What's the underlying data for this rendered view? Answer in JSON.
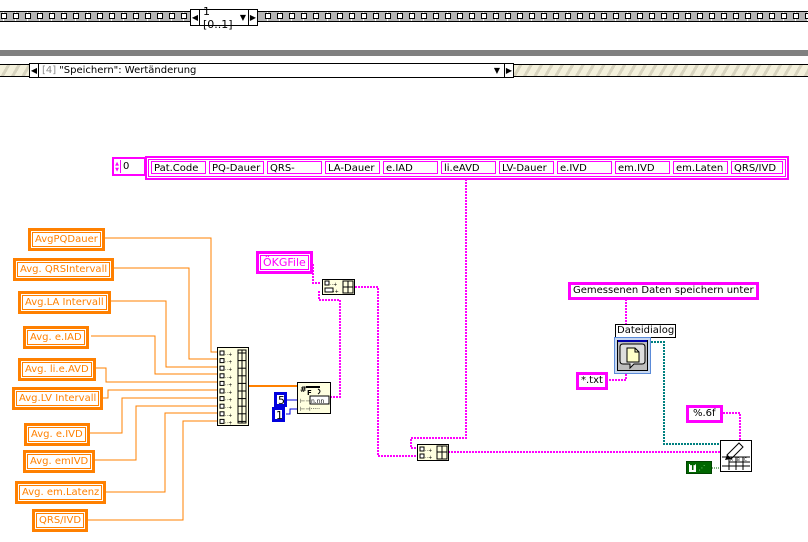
{
  "sequence": {
    "frame_label": "1 [0..1]"
  },
  "case_structure": {
    "case_index": "[4]",
    "case_label": "\"Speichern\": Wertänderung"
  },
  "header_array": {
    "index": "0",
    "cells": [
      "Pat.Code",
      "PQ-Dauer",
      "QRS-",
      "LA-Dauer",
      "e.IAD",
      "li.eAVD",
      "LV-Dauer",
      "e.IVD",
      "em.IVD",
      "em.Laten",
      "QRS/IVD"
    ]
  },
  "indicators": [
    "AvgPQDauer",
    "Avg. QRSIntervall",
    "Avg.LA Intervall",
    "Avg. e.IAD",
    "Avg. li.e.AVD",
    "Avg.LV Intervall",
    "Avg. e.IVD",
    "Avg. emIVD",
    "Avg. em.Latenz",
    "QRS/IVD"
  ],
  "file_control": {
    "label": "ÖKGFile"
  },
  "numeric_constants": {
    "width": "5",
    "precision": "1"
  },
  "dialog": {
    "prompt": "Gemessenen Daten speichern unter",
    "label": "Dateidialog",
    "pattern": "*.txt"
  },
  "format_string": "%.6f",
  "boolean_constant": {
    "value": "T"
  },
  "nodes": {
    "build_array_10": "Build Array",
    "build_array_2a": "Build Array",
    "build_array_2b": "Build Array",
    "number_to_string": "Number To Fractional String",
    "write_spreadsheet": "Write To Spreadsheet File"
  },
  "colors": {
    "string_wire": "#ff00ff",
    "numeric_wire": "#ff8000",
    "path_wire": "#008080",
    "int_const": "#0000dd",
    "bool_const": "#006600"
  }
}
